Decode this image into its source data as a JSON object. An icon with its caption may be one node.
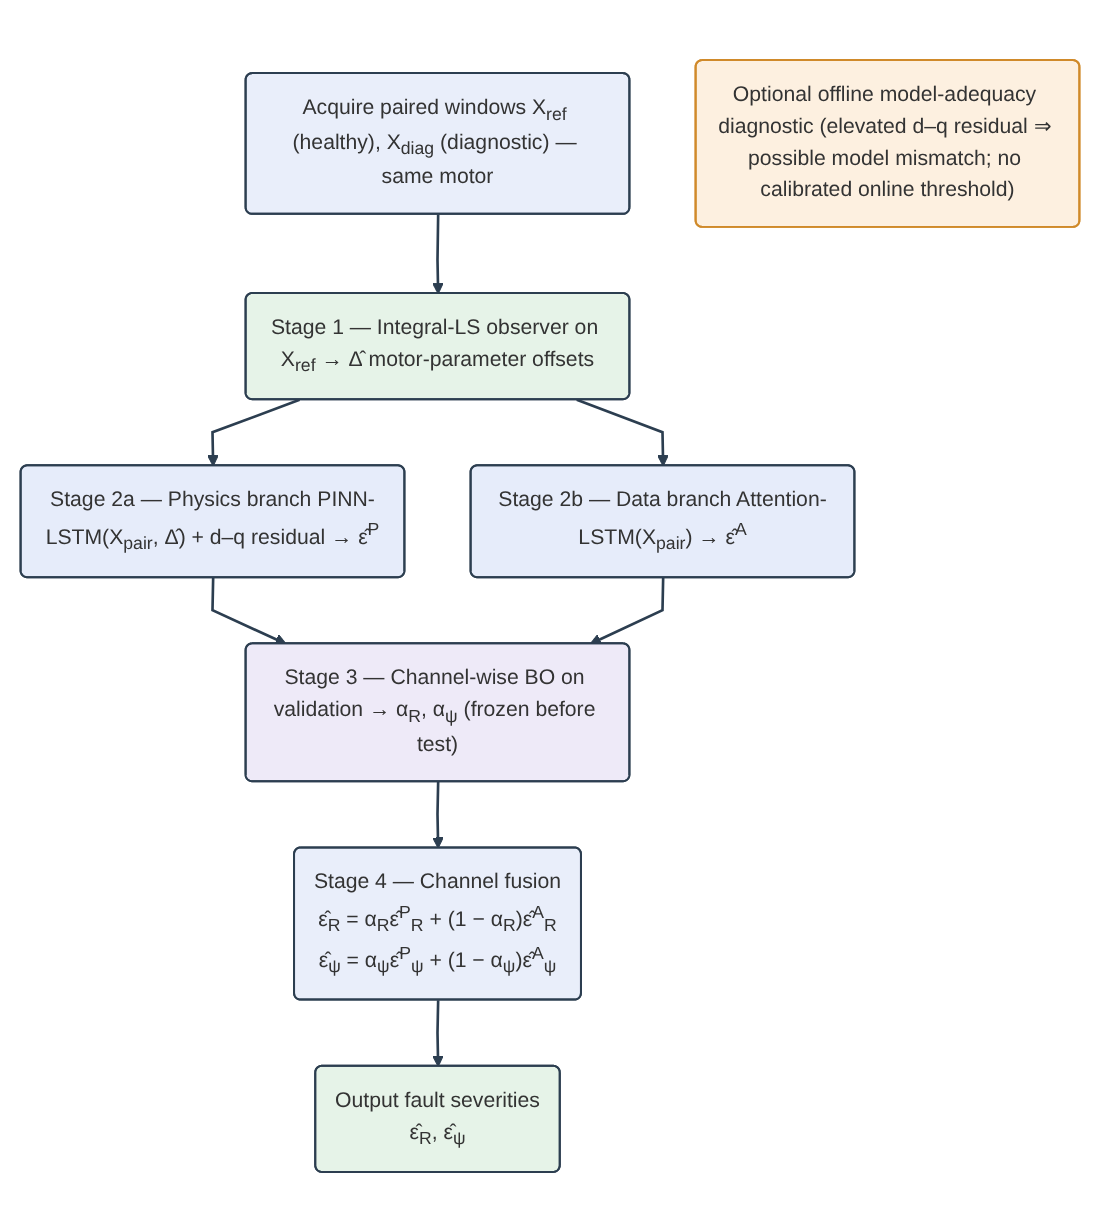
{
  "diagram": {
    "nodes": [
      {
        "text": [
          "Acquire paired windows X$_{ref}$ (healthy), X$_{diag}$ (diagnostic) — same motor"
        ]
      },
      {
        "text": [
          "Stage 1 — Integral-LS observer on X$_{ref}$ → Δ̂ motor-parameter offsets"
        ]
      },
      {
        "text": [
          "Stage 2a — Physics branch PINN-LSTM(X$_{pair}$, Δ̂) + d–q residual → ε̂$^{P}$"
        ]
      },
      {
        "text": [
          "Stage 2b — Data branch Attention-LSTM(X$_{pair}$) → ε̂$^{A}$"
        ]
      },
      {
        "text": [
          "Stage 3 — Channel-wise BO on validation → α$_{R}$, α$_{ψ}$ (frozen before test)"
        ]
      },
      {
        "text": [
          "Stage 4 — Channel fusion",
          "ε̂$_{R}$ = α$_{R}$ε̂$^{P}$$_{R}$ + (1 − α$_{R}$)ε̂$^{A}$$_{R}$",
          "ε̂$_{ψ}$ = α$_{ψ}$ε̂$^{P}$$_{ψ}$ + (1 − α$_{ψ}$)ε̂$^{A}$$_{ψ}$"
        ]
      },
      {
        "text": [
          "Output fault severities",
          "ε̂$_{R}$, ε̂$_{ψ}$"
        ]
      },
      {
        "text": [
          "Optional offline model-adequacy diagnostic (elevated d–q residual ⇒ possible model mismatch; no calibrated online threshold)"
        ]
      }
    ],
    "edges": [
      {
        "from": 0,
        "to": 1,
        "arrow": "to"
      },
      {
        "from": 1,
        "to": 2,
        "arrow": "to"
      },
      {
        "from": 1,
        "to": 3,
        "arrow": "to"
      },
      {
        "from": 2,
        "to": 4,
        "arrow": "to"
      },
      {
        "from": 3,
        "to": 4,
        "arrow": "to"
      },
      {
        "from": 4,
        "to": 5,
        "arrow": "to"
      },
      {
        "from": 5,
        "to": 6,
        "arrow": "to"
      }
    ]
  }
}
